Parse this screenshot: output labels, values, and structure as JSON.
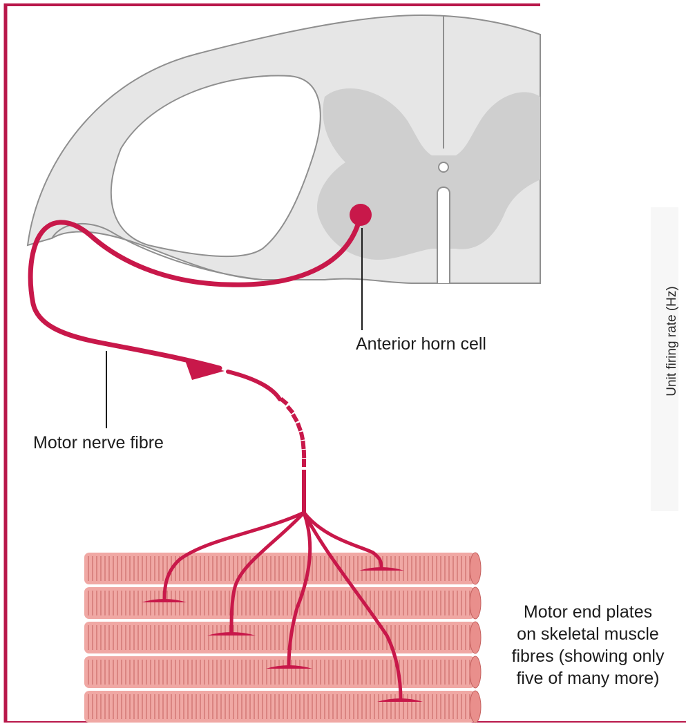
{
  "labels": {
    "anterior_horn_cell": "Anterior horn cell",
    "motor_nerve_fibre": "Motor nerve fibre",
    "end_plates": {
      "line1": "Motor end plates",
      "line2": "on skeletal muscle",
      "line3": "fibres (showing only",
      "line4": "five of many more)"
    },
    "side_axis": "Unit firing rate (Hz)"
  },
  "colors": {
    "frame": "#b8174a",
    "nerve": "#c8184a",
    "white_matter": "#e6e6e6",
    "grey_matter": "#cfcfcf",
    "outline": "#8f8f8f",
    "muscle": "#f0a8a4",
    "muscle_stripe": "#c4605e",
    "text": "#1c1c1c"
  },
  "muscle_fibre_count": 5,
  "end_plate_count": 5
}
